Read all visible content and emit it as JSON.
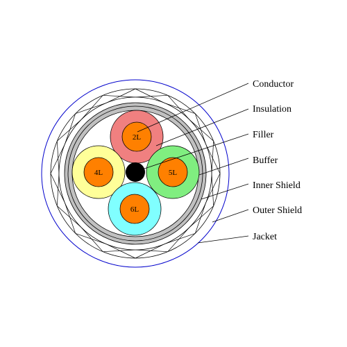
{
  "diagram": {
    "labels": {
      "conductor": "Conductor",
      "insulation": "Insulation",
      "filler": "Filler",
      "buffer": "Buffer",
      "inner_shield": "Inner Shield",
      "outer_shield": "Outer Shield",
      "jacket": "Jacket"
    },
    "cores": [
      {
        "label": "2L",
        "insulation_color": "#f08080"
      },
      {
        "label": "4L",
        "insulation_color": "#ffff99"
      },
      {
        "label": "5L",
        "insulation_color": "#80ee80"
      },
      {
        "label": "6L",
        "insulation_color": "#80ffff"
      }
    ],
    "colors": {
      "conductor": "#ff8000",
      "filler": "#000000",
      "buffer": "#c0c0c0",
      "jacket_outline": "#0000cc",
      "line": "#000000"
    }
  }
}
